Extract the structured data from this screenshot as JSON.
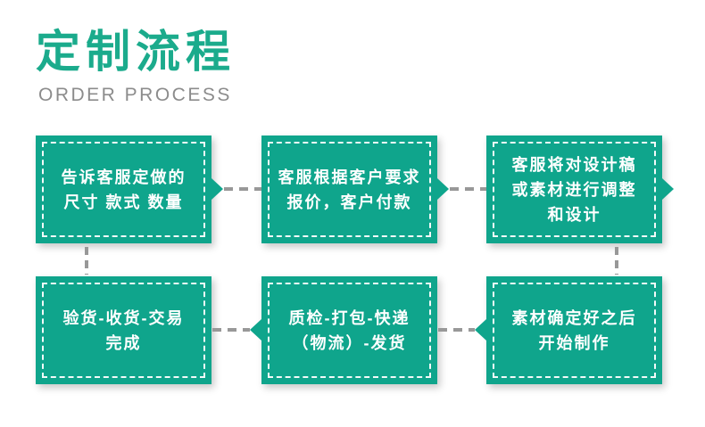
{
  "header": {
    "title": "定制流程",
    "subtitle": "ORDER PROCESS"
  },
  "colors": {
    "box_green": "#0FA58C",
    "title_green": "#1BAB8C",
    "connector_gray": "#989898",
    "subtitle_gray": "#8C8C8C",
    "box_text": "#FFFFFF"
  },
  "flow": {
    "type": "flowchart",
    "direction": "top row left-to-right, then down, then bottom row right-to-left",
    "steps": [
      {
        "step": 1,
        "position": "top-left",
        "lines": [
          "告诉客服定做的",
          "尺寸 款式 数量"
        ]
      },
      {
        "step": 2,
        "position": "top-center",
        "lines": [
          "客服根据客户要求",
          "报价，客户付款"
        ]
      },
      {
        "step": 3,
        "position": "top-right",
        "lines": [
          "客服将对设计稿",
          "或素材进行调整",
          "和设计"
        ]
      },
      {
        "step": 4,
        "position": "bottom-right",
        "lines": [
          "素材确定好之后",
          "开始制作"
        ]
      },
      {
        "step": 5,
        "position": "bottom-center",
        "lines": [
          "质检-打包-快递",
          "（物流）-发货"
        ]
      },
      {
        "step": 6,
        "position": "bottom-left",
        "lines": [
          "验货-收货-交易",
          "完成"
        ]
      }
    ]
  }
}
